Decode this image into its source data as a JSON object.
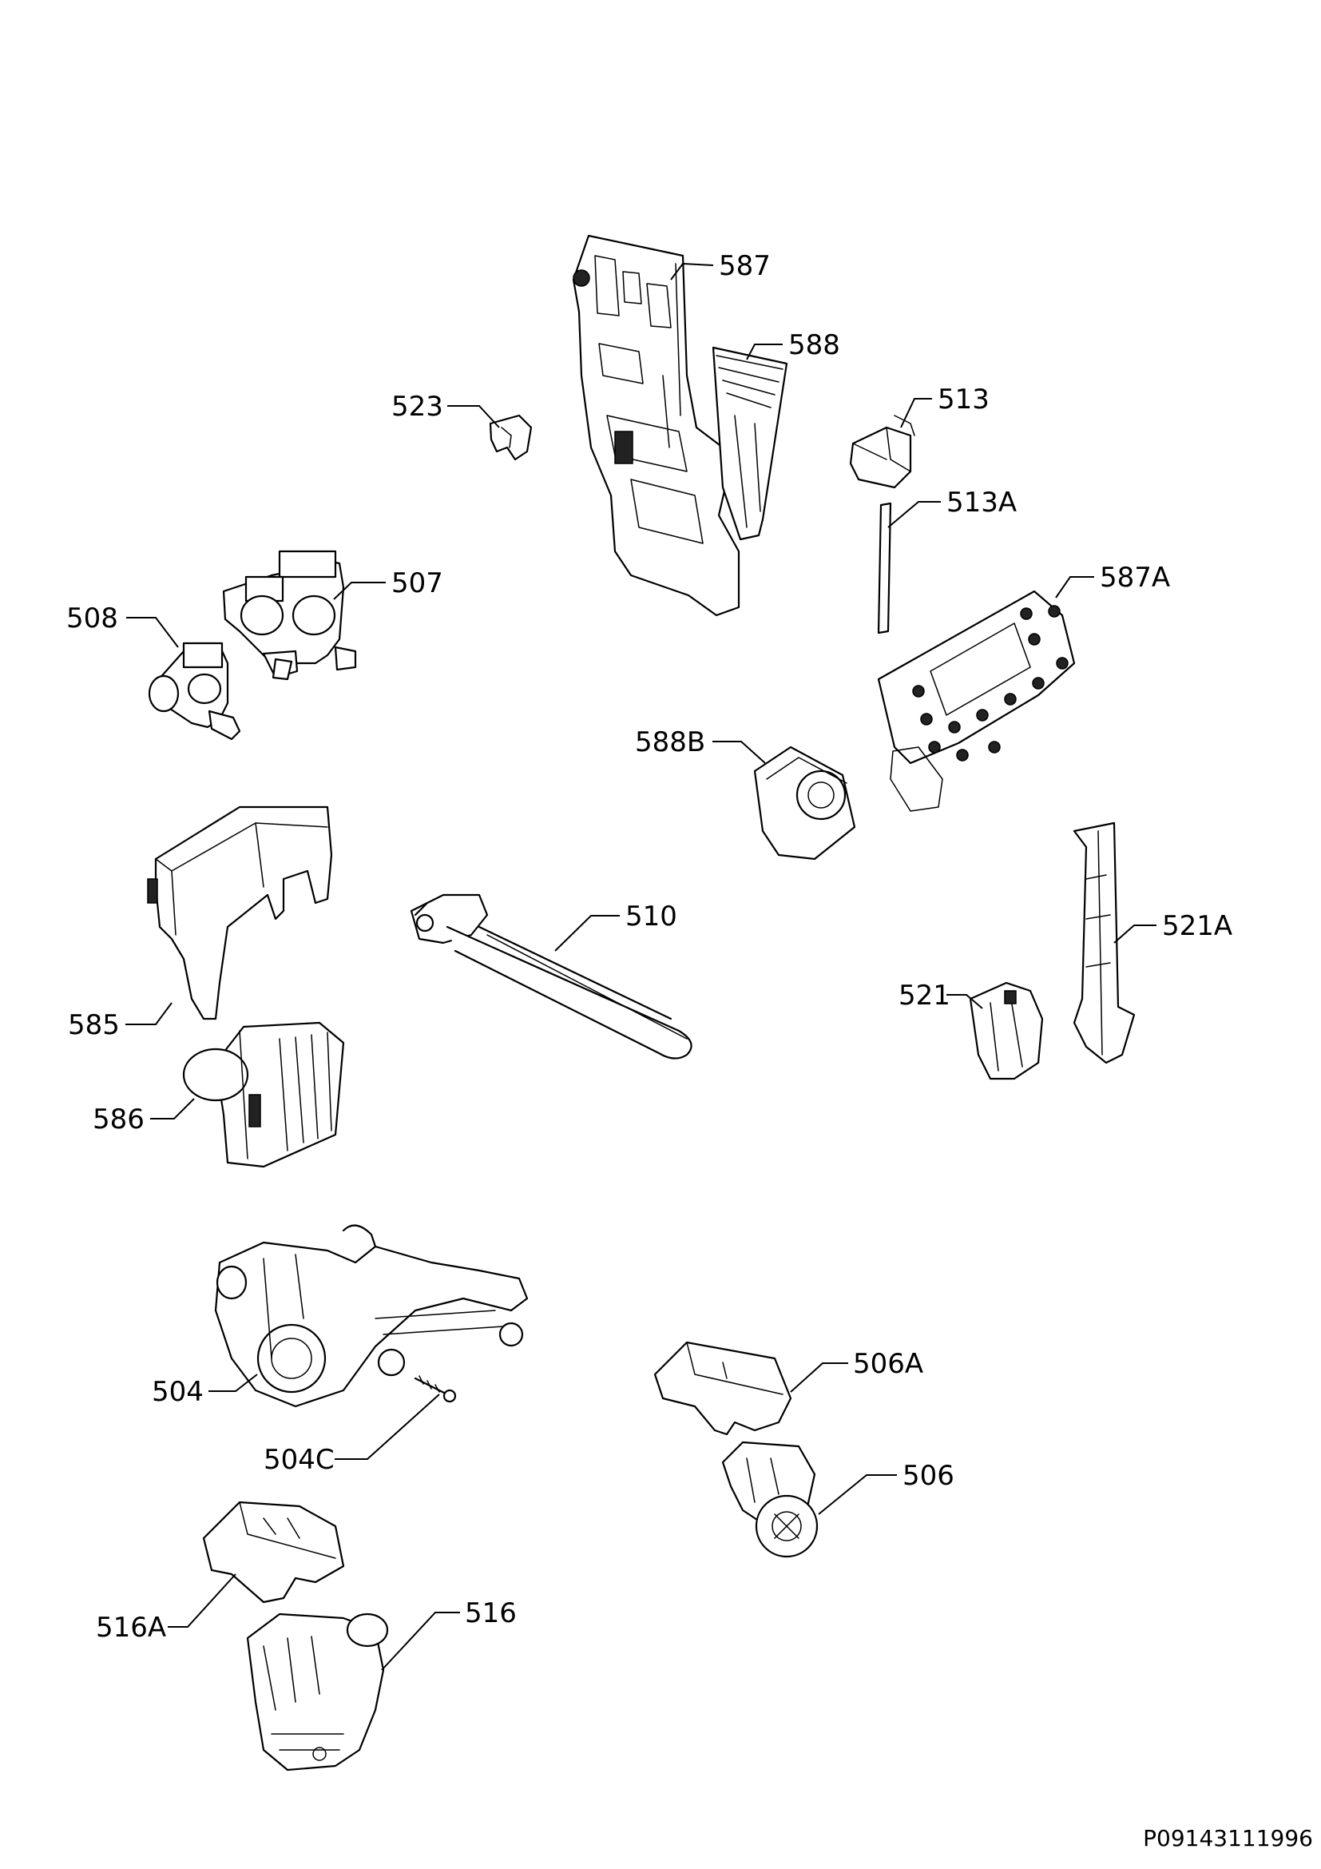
{
  "labels": {
    "l587": "587",
    "l588": "588",
    "l523": "523",
    "l513": "513",
    "l513A": "513A",
    "l507": "507",
    "l508": "508",
    "l587A": "587A",
    "l588B": "588B",
    "l510": "510",
    "l521A": "521A",
    "l521": "521",
    "l585": "585",
    "l586": "586",
    "l504": "504",
    "l504C": "504C",
    "l506A": "506A",
    "l506": "506",
    "l516A": "516A",
    "l516": "516"
  },
  "drawing_code": "P09143111996"
}
